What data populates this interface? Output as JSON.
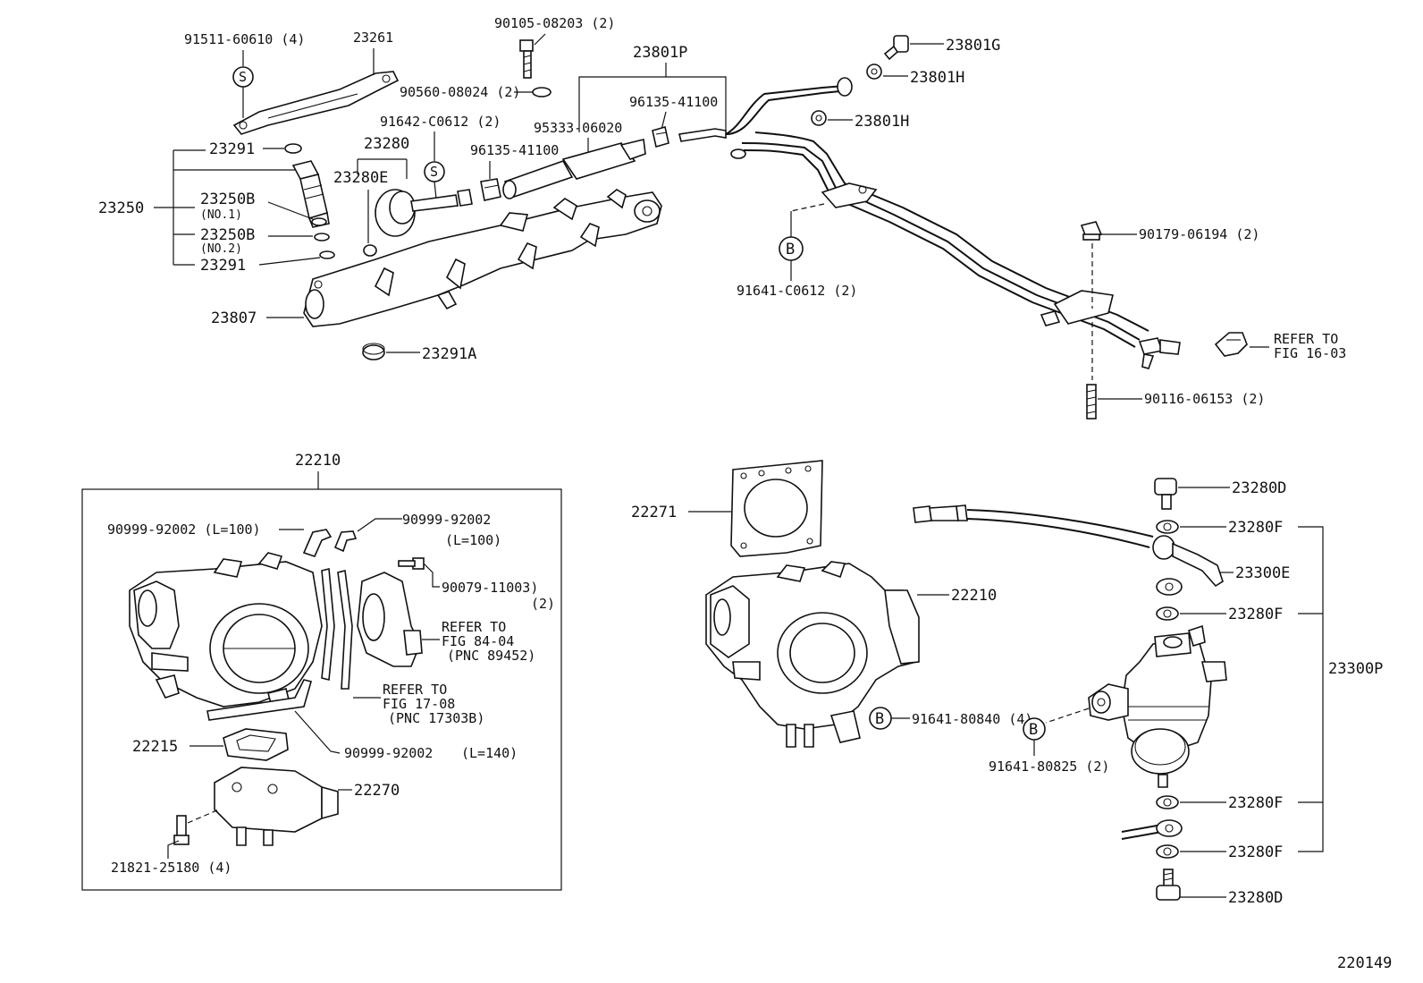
{
  "diagram_id": "220149",
  "labels": {
    "p91511": "91511-60610 (4)",
    "p23261": "23261",
    "p90105": "90105-08203 (2)",
    "p23801P": "23801P",
    "p23801G": "23801G",
    "p90560": "90560-08024 (2)",
    "p23801H_a": "23801H",
    "p96135_a": "96135-41100",
    "p23801H_b": "23801H",
    "p91642": "91642-C0612 (2)",
    "p95333": "95333-06020",
    "p23291_a": "23291",
    "p23280": "23280",
    "p96135_b": "96135-41100",
    "p23280E": "23280E",
    "p23250": "23250",
    "p23250B_1": "23250B",
    "p23250B_1_note": "(NO.1)",
    "p23250B_2": "23250B",
    "p23250B_2_note": "(NO.2)",
    "p23291_b": "23291",
    "p90179": "90179-06194 (2)",
    "p91641_c": "91641-C0612 (2)",
    "p23807": "23807",
    "p23291A": "23291A",
    "refer_16_03_a": "REFER TO",
    "refer_16_03_b": "FIG 16-03",
    "p90116": "90116-06153 (2)",
    "p22210_top": "22210",
    "p90999_a": "90999-92002 (L=100)",
    "p90999_b": "90999-92002",
    "p90999_b_len": "(L=100)",
    "p90079": "90079-11003)",
    "p90079_qty": "(2)",
    "refer_84_04_a": "REFER TO",
    "refer_84_04_b": "FIG 84-04",
    "refer_84_04_c": "(PNC 89452)",
    "refer_17_08_a": "REFER TO",
    "refer_17_08_b": "FIG 17-08",
    "refer_17_08_c": "(PNC 17303B)",
    "p22215": "22215",
    "p90999_c": "90999-92002",
    "p90999_c_len": "(L=140)",
    "p22270": "22270",
    "p21821": "21821-25180 (4)",
    "p22271": "22271",
    "p22210_right": "22210",
    "p91641_80840": "91641-80840 (4)",
    "p91641_80825": "91641-80825 (2)",
    "p23280D_top": "23280D",
    "p23280F_1": "23280F",
    "p23300E": "23300E",
    "p23280F_2": "23280F",
    "p23300P": "23300P",
    "p23280F_3": "23280F",
    "p23280F_4": "23280F",
    "p23280D_bot": "23280D"
  },
  "symbols": {
    "S": "S",
    "B": "B"
  }
}
